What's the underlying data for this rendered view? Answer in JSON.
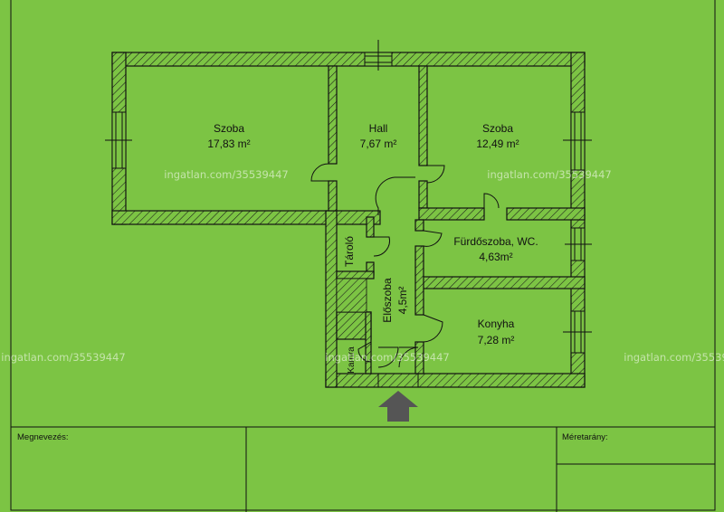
{
  "colors": {
    "background": "#7cc444",
    "wall": "#1a1a1a",
    "entrance_arrow": "#555555"
  },
  "watermark": "ingatlan.com/35539447",
  "rooms": {
    "szoba_left": {
      "name": "Szoba",
      "area": "17,83 m²"
    },
    "hall": {
      "name": "Hall",
      "area": "7,67 m²"
    },
    "szoba_right": {
      "name": "Szoba",
      "area": "12,49 m²"
    },
    "taroló": {
      "name": "Tároló"
    },
    "furdoszoba": {
      "name": "Fürdőszoba, WC.",
      "area": "4,63m²"
    },
    "eloszoba": {
      "name": "Előszoba",
      "area": "4,5m²"
    },
    "konyha": {
      "name": "Konyha",
      "area": "7,28 m²"
    },
    "kamra": {
      "name": "Kamra"
    }
  },
  "title_block": {
    "name_label": "Megnevezés:",
    "scale_label": "Méretarány:"
  }
}
